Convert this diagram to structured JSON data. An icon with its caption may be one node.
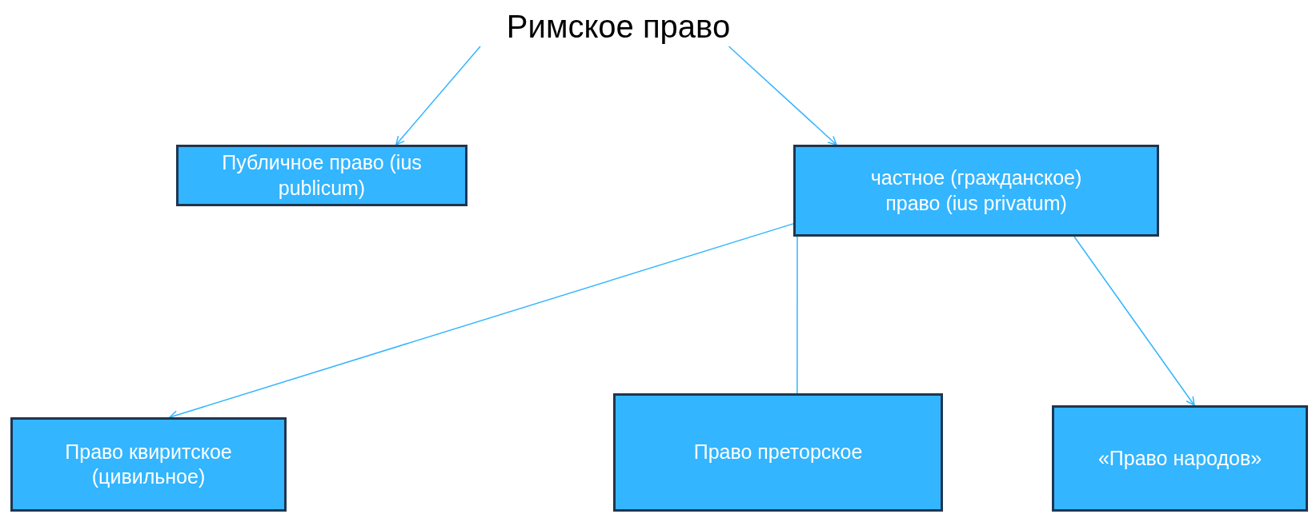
{
  "diagram": {
    "nodes": [
      {
        "text": [
          "Римское право"
        ]
      },
      {
        "text": [
          "Публичное право (ius publicum)"
        ]
      },
      {
        "text": [
          "частное (гражданское) право (ius privatum)"
        ]
      },
      {
        "text": [
          "Право квиритское (цивильное)"
        ]
      },
      {
        "text": [
          "Право преторское"
        ]
      },
      {
        "text": [
          "«Право народов»"
        ]
      }
    ],
    "edges": [
      {
        "from": 0,
        "to": 1,
        "arrow": "to"
      },
      {
        "from": 0,
        "to": 2,
        "arrow": "to"
      },
      {
        "from": 2,
        "to": 3,
        "arrow": "to"
      },
      {
        "from": 2,
        "to": 4,
        "arrow": "none"
      },
      {
        "from": 2,
        "to": 5,
        "arrow": "to"
      }
    ]
  }
}
